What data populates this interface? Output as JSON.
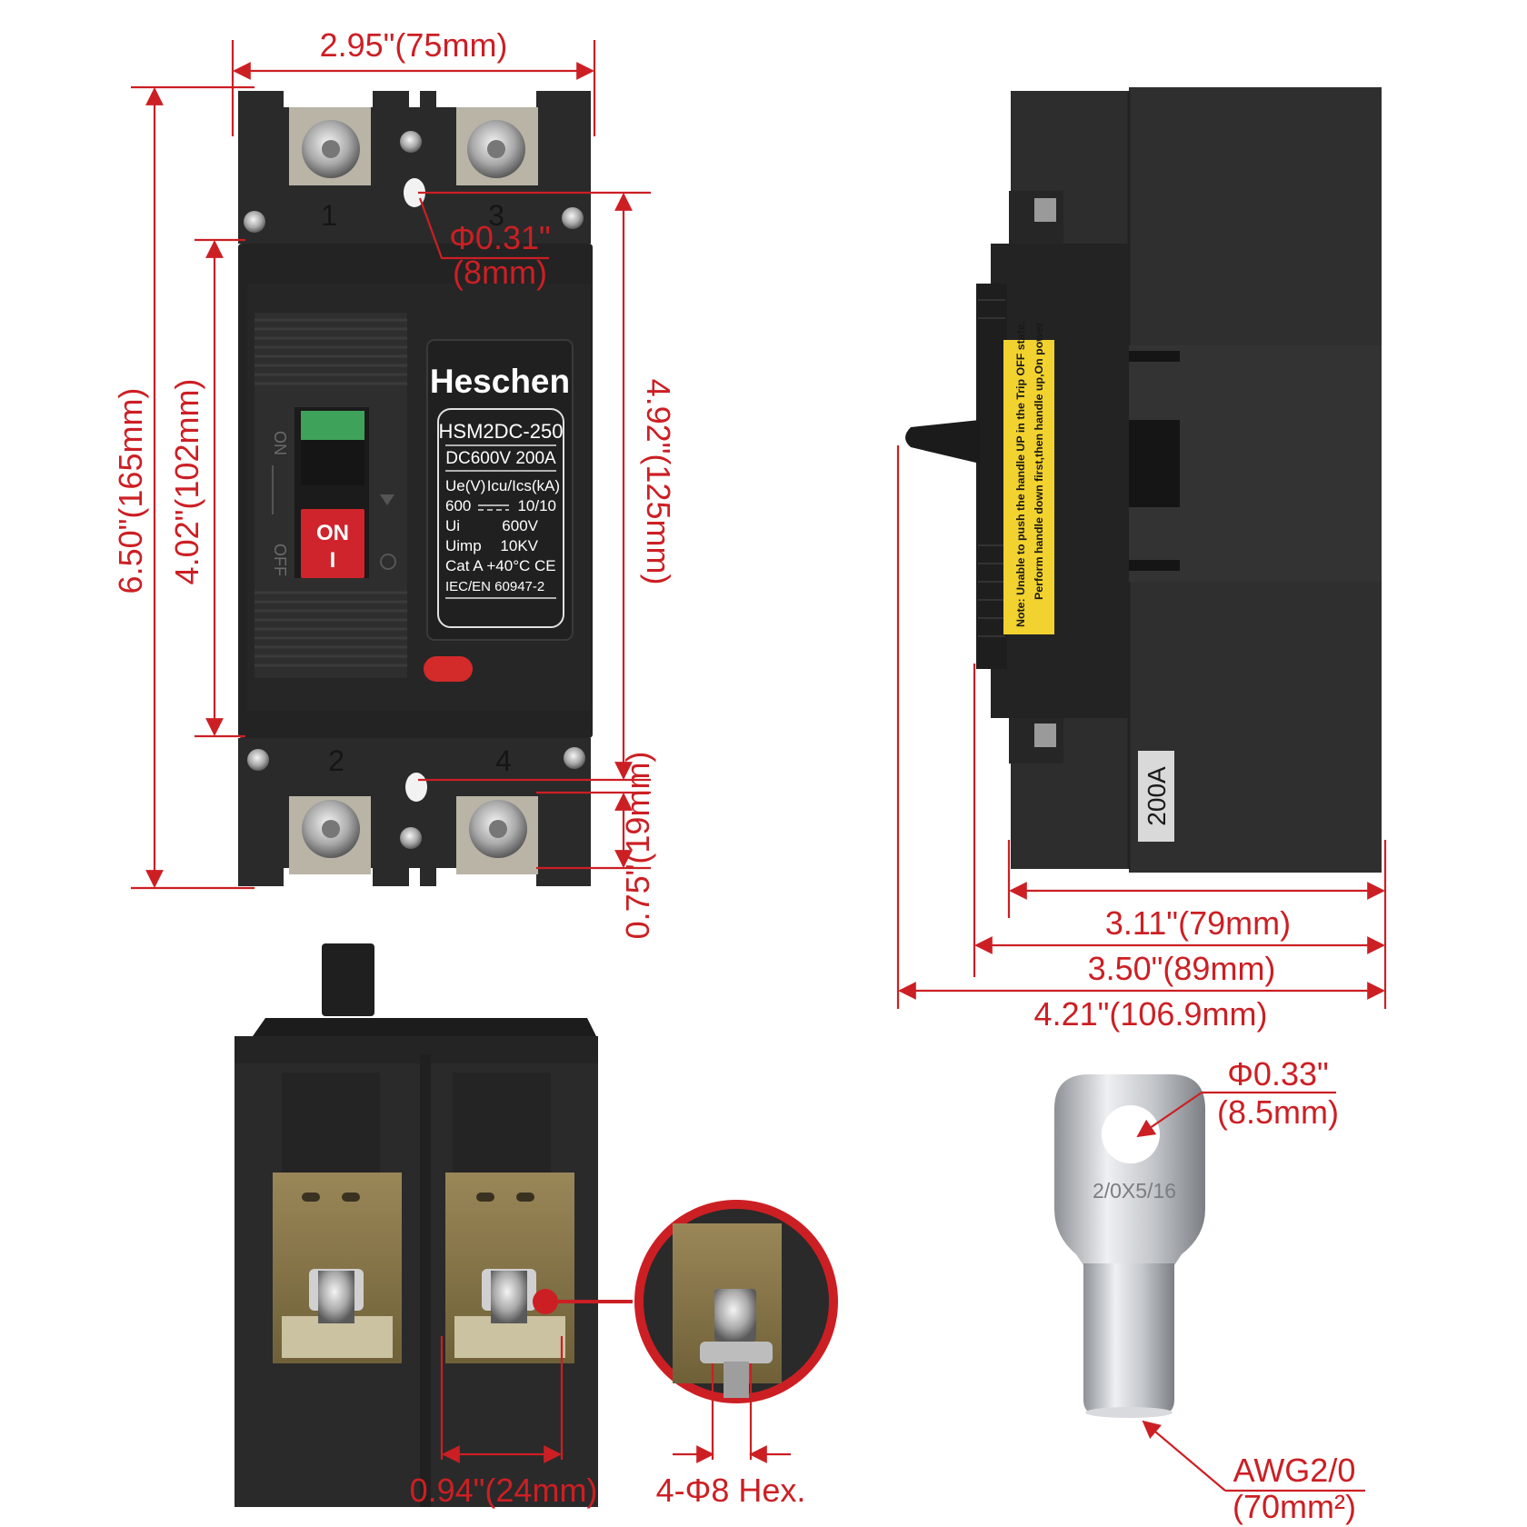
{
  "dimensions": {
    "front_width": "2.95\"(75mm)",
    "overall_height": "6.50\"(165mm)",
    "body_height": "4.02\"(102mm)",
    "mount_spacing": "4.92\"(125mm)",
    "terminal_offset": "0.75\"(19mm)",
    "mount_hole_in": "Φ0.31\"",
    "mount_hole_mm": "(8mm)",
    "side_depth_body": "3.11\"(79mm)",
    "side_depth_mount": "3.50\"(89mm)",
    "side_depth_total": "4.21\"(106.9mm)",
    "terminal_pitch": "0.94\"(24mm)",
    "screw_spec": "4-Φ8 Hex.",
    "lug_hole_in": "Φ0.33\"",
    "lug_hole_mm": "(8.5mm)",
    "lug_wire": "AWG2/0",
    "lug_area": "(70mm²)"
  },
  "breaker": {
    "brand": "Heschen",
    "model": "HSM2DC-250",
    "rating_line": "DC600V  200A",
    "spec_header_left": "Ue(V)",
    "spec_header_right": "Icu/Ics(kA)",
    "spec_row1_left": "600",
    "spec_row1_right": "10/10",
    "spec_row2_left": "Ui",
    "spec_row2_right": "600V",
    "spec_row3_left": "Uimp",
    "spec_row3_right": "10KV",
    "spec_row4": "Cat  A  +40°C CE",
    "standard": "IEC/EN 60947-2",
    "handle_on": "ON",
    "handle_i": "I",
    "side_on_label": "ON",
    "side_off_label": "OFF",
    "terminal_1": "1",
    "terminal_2": "2",
    "terminal_3": "3",
    "terminal_4": "4"
  },
  "side_view": {
    "warning_line1": "Note: Unable to push the handle UP in the Trip OFF state.",
    "warning_line2": "Perform handle down first,then handle up,On power",
    "rating_badge": "200A"
  },
  "lug": {
    "stamp": "2/0X5/16"
  },
  "colors": {
    "dimension": "#cc1f24",
    "body": "#2b2b2b",
    "body_dark": "#1e1e1e",
    "handle_red": "#d0242c",
    "warning_yellow": "#f2d22e",
    "brass": "#8c7a4a"
  }
}
